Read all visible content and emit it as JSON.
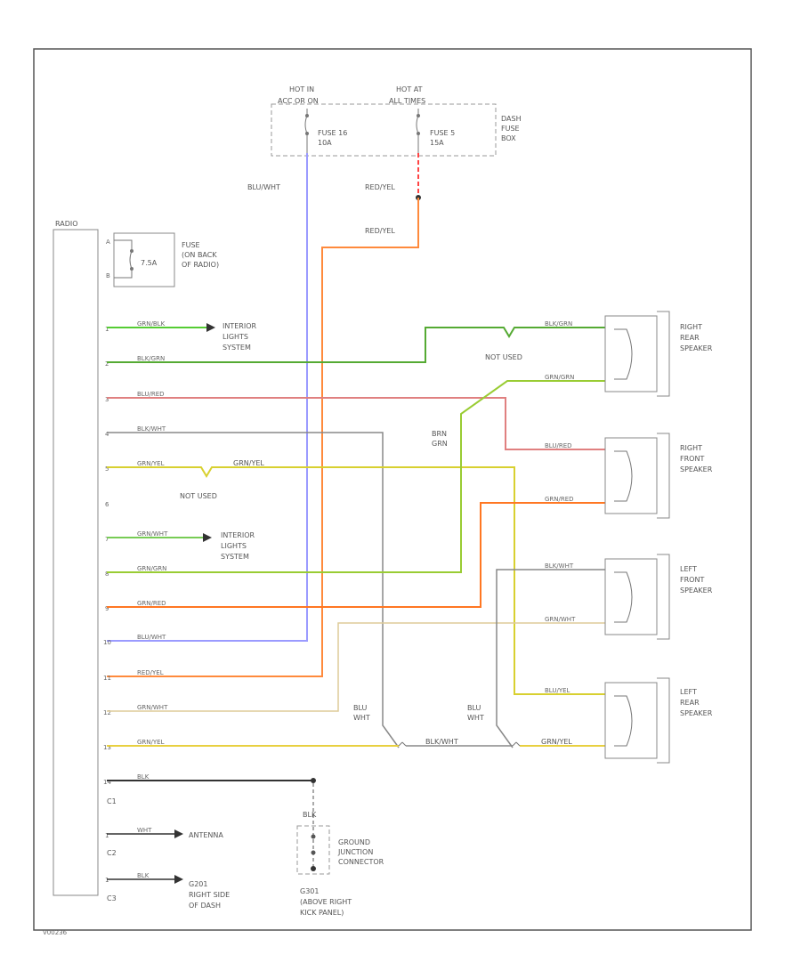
{
  "colors": {
    "blu_wht": "#9b9bff",
    "red_yel": "#ff8a3c",
    "grn_blk": "#55cc33",
    "blk_grn": "#55aa33",
    "blu_red": "#e08080",
    "blk_wht": "#888888",
    "grn_yel": "#d8d030",
    "grn_wht": "#77cc55",
    "grn_grn": "#99cc33",
    "grn_red": "#ff7722",
    "grn_wht_rear": "#ddcc99",
    "grn_yel_bottom": "#e8d040",
    "blk": "#333333",
    "frame": "#555555"
  },
  "fuse_box": {
    "hot_left_line1": "HOT IN",
    "hot_left_line2": "ACC OR ON",
    "hot_right_line1": "HOT AT",
    "hot_right_line2": "ALL TIMES",
    "fuse_left_line1": "FUSE 16",
    "fuse_left_line2": "10A",
    "fuse_right_line1": "FUSE 5",
    "fuse_right_line2": "15A",
    "box_line1": "DASH",
    "box_line2": "FUSE",
    "box_line3": "BOX"
  },
  "wires": {
    "blu_wht_top": "BLU/WHT",
    "red_yel_1": "RED/YEL",
    "red_yel_2": "RED/YEL"
  },
  "radio": {
    "label": "RADIO",
    "fuse_line1": "FUSE",
    "fuse_line2": "(ON BACK",
    "fuse_line3": "OF RADIO)",
    "fuse_rating": "7.5A",
    "fuse_pin_a": "A",
    "fuse_pin_b": "B"
  },
  "pins": [
    {
      "num": "1",
      "wire": "GRN/BLK"
    },
    {
      "num": "2",
      "wire": "BLK/GRN"
    },
    {
      "num": "3",
      "wire": "BLU/RED"
    },
    {
      "num": "4",
      "wire": "BLK/WHT"
    },
    {
      "num": "5",
      "wire": "GRN/YEL"
    },
    {
      "num": "6",
      "wire": ""
    },
    {
      "num": "7",
      "wire": "GRN/WHT"
    },
    {
      "num": "8",
      "wire": "GRN/GRN"
    },
    {
      "num": "9",
      "wire": "GRN/RED"
    },
    {
      "num": "10",
      "wire": "BLU/WHT"
    },
    {
      "num": "11",
      "wire": "RED/YEL"
    },
    {
      "num": "12",
      "wire": "GRN/WHT"
    },
    {
      "num": "13",
      "wire": "GRN/YEL"
    },
    {
      "num": "14",
      "wire": "BLK"
    },
    {
      "num": "1",
      "wire": "WHT"
    },
    {
      "num": "1",
      "wire": "BLK"
    }
  ],
  "connectors": {
    "c1": "C1",
    "c2": "C2",
    "c3": "C3"
  },
  "labels": {
    "interior_1_line1": "INTERIOR",
    "interior_1_line2": "LIGHTS",
    "interior_1_line3": "SYSTEM",
    "interior_2_line1": "INTERIOR",
    "interior_2_line2": "LIGHTS",
    "interior_2_line3": "SYSTEM",
    "not_used_1": "NOT USED",
    "not_used_2": "NOT USED",
    "grn_yel_mid": "GRN/YEL",
    "brn_grn_line1": "BRN",
    "brn_grn_line2": "GRN",
    "blu_wht_1_line1": "BLU",
    "blu_wht_1_line2": "WHT",
    "blu_wht_2_line1": "BLU",
    "blu_wht_2_line2": "WHT",
    "blk_wht_bottom": "BLK/WHT",
    "grn_yel_bottom": "GRN/YEL",
    "antenna": "ANTENNA",
    "g201_line1": "G201",
    "g201_line2": "RIGHT SIDE",
    "g201_line3": "OF DASH",
    "g301_line1": "G301",
    "g301_line2": "(ABOVE RIGHT",
    "g301_line3": "KICK PANEL)",
    "blk_ground": "BLK",
    "gjc_line1": "GROUND",
    "gjc_line2": "JUNCTION",
    "gjc_line3": "CONNECTOR",
    "footer": "V00236"
  },
  "speakers": [
    {
      "line1": "RIGHT",
      "line2": "REAR",
      "line3": "SPEAKER",
      "wire_a": "BLK/GRN",
      "wire_b": "GRN/GRN"
    },
    {
      "line1": "RIGHT",
      "line2": "FRONT",
      "line3": "SPEAKER",
      "wire_a": "BLU/RED",
      "wire_b": "GRN/RED"
    },
    {
      "line1": "LEFT",
      "line2": "FRONT",
      "line3": "SPEAKER",
      "wire_a": "BLK/WHT",
      "wire_b": "GRN/WHT"
    },
    {
      "line1": "LEFT",
      "line2": "REAR",
      "line3": "SPEAKER",
      "wire_a": "BLU/YEL",
      "wire_b": "GRN/YEL"
    }
  ]
}
